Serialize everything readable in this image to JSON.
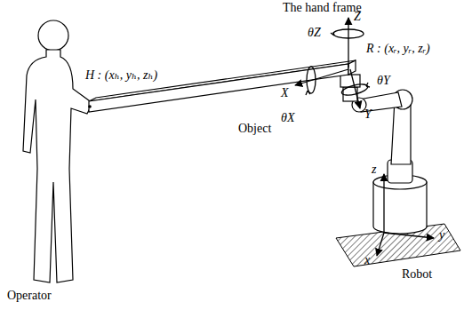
{
  "diagram": {
    "labels": [
      "The hand frame",
      "Z",
      "θZ",
      "R : (xᵣ, yᵣ, zᵣ)",
      "θY",
      "X",
      "θX",
      "Y",
      "H : (xₕ, yₕ, zₕ)",
      "Object",
      "Operator",
      "z",
      "y",
      "x",
      "Robot"
    ]
  }
}
